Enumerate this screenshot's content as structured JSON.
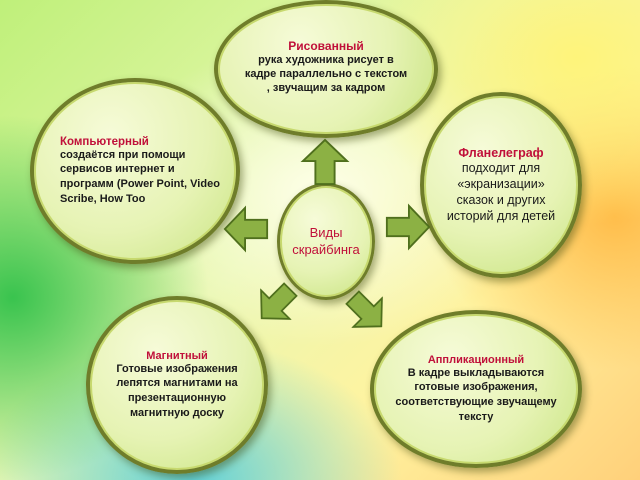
{
  "center": {
    "label": "Виды скрайбинга"
  },
  "nodes": {
    "drawn": {
      "title": "Рисованный",
      "text": "рука художника рисует в кадре параллельно с текстом , звучащим за кадром"
    },
    "computer": {
      "title": "Компьютерный",
      "text": "создаётся при помощи сервисов интернет и программ (Power Point, Video Scribe, How Too"
    },
    "flannel": {
      "title": "Фланелеграф",
      "text": "подходит для «экранизации» сказок и других историй для детей"
    },
    "magnetic": {
      "title": "Магнитный",
      "text": "Готовые изображения лепятся магнитами на презентационную магнитную доску"
    },
    "applique": {
      "title": "Аппликационный",
      "text": "В кадре выкладываются готовые изображения, соответствующие звучащему тексту"
    }
  },
  "colors": {
    "title": "#c0103a",
    "border": "#6f7d2a",
    "arrow": "#7fa63a"
  }
}
